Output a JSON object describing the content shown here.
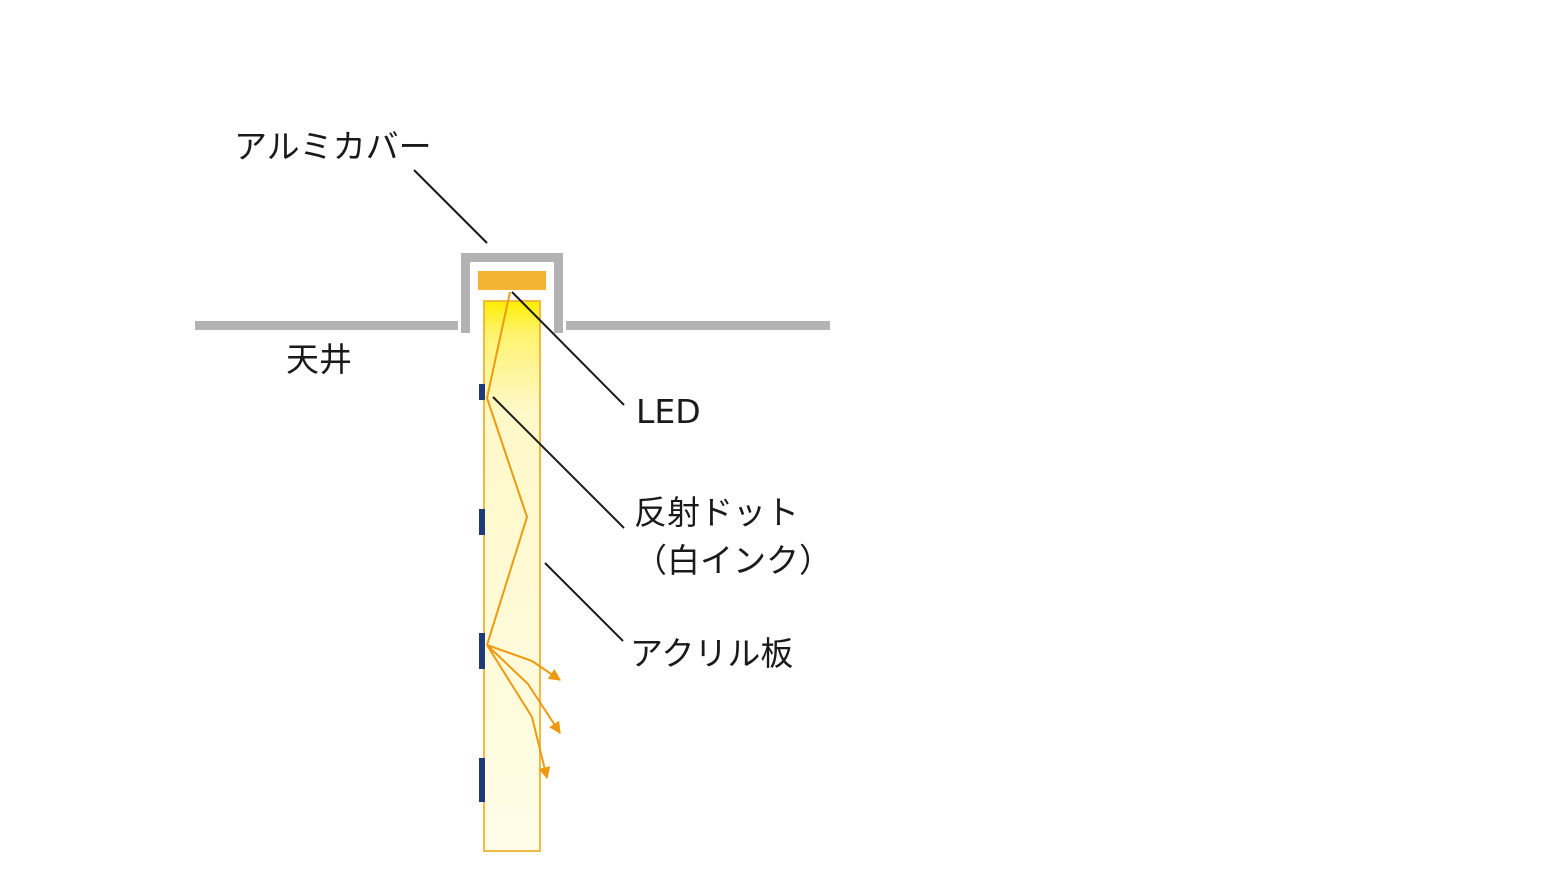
{
  "labels": {
    "aluminum_cover": "アルミカバー",
    "ceiling": "天井",
    "led": "LED",
    "reflect_dots_line1": "反射ドット",
    "reflect_dots_line2": "（白インク）",
    "acrylic_plate": "アクリル板"
  },
  "colors": {
    "ceiling": "#b3b3b3",
    "aluminum_cover": "#b3b3b3",
    "led": "#f5b335",
    "acrylic_border": "#f0b944",
    "glow_top": "#ffee00",
    "glow_mid": "#fff8c8",
    "glow_bottom": "#fffde8",
    "light_ray": "#ee9a10",
    "dots": "#1f3a7a",
    "leader_line": "#1a1a1a",
    "text": "#1a1a1a"
  }
}
